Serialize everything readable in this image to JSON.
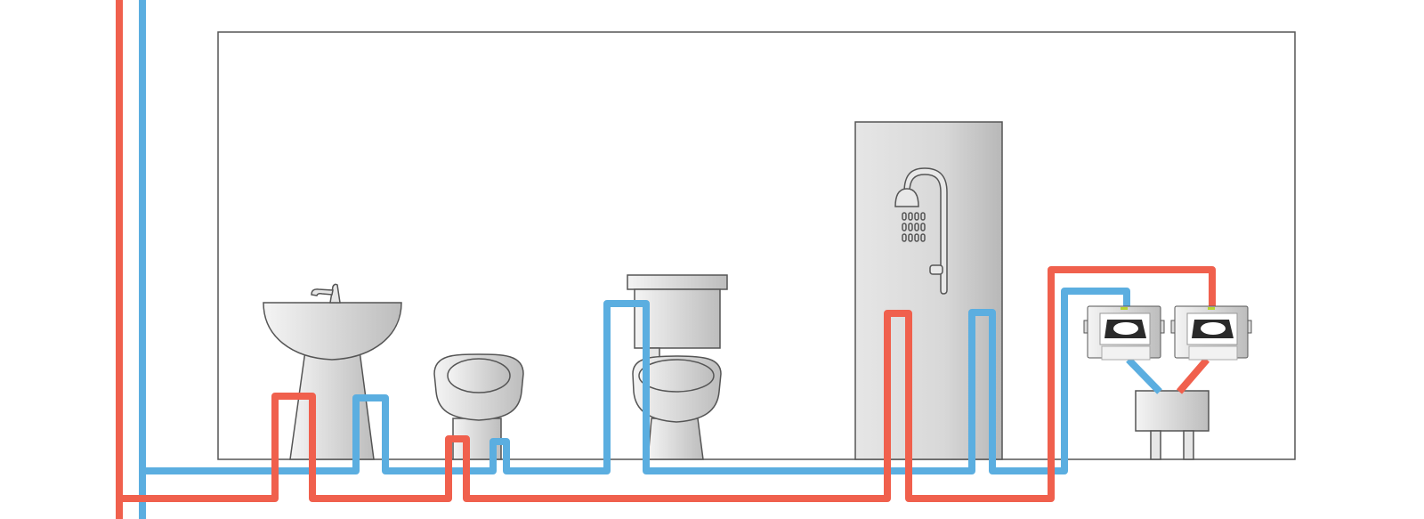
{
  "colors": {
    "hot_pipe": "#F0604D",
    "cold_pipe": "#5BAEE0",
    "room_border": "#555555",
    "fixture_fill_light": "#F4F4F4",
    "fixture_fill_dark": "#BDBDBD",
    "fixture_stroke": "#555555",
    "background": "#FFFFFF"
  },
  "diagram": {
    "fixtures": [
      {
        "id": "washbasin",
        "icon": "washbasin-icon"
      },
      {
        "id": "bidet",
        "icon": "bidet-icon"
      },
      {
        "id": "toilet",
        "icon": "toilet-icon"
      },
      {
        "id": "shower",
        "icon": "shower-icon"
      },
      {
        "id": "boiler-unit-1",
        "icon": "boiler-icon"
      },
      {
        "id": "boiler-unit-2",
        "icon": "boiler-icon"
      },
      {
        "id": "mixing-manifold",
        "icon": "manifold-icon"
      }
    ],
    "pipes": [
      {
        "id": "hot-water-line",
        "kind": "hot"
      },
      {
        "id": "cold-water-line",
        "kind": "cold"
      }
    ]
  }
}
